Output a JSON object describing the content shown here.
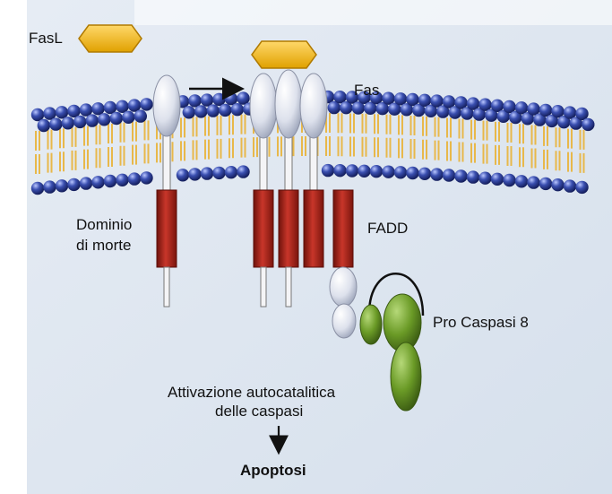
{
  "labels": {
    "fasl": "FasL",
    "fas": "Fas",
    "death_domain": [
      "Dominio",
      "di morte"
    ],
    "fadd": "FADD",
    "pro_caspase": "Pro Caspasi 8",
    "activation": [
      "Attivazione autocatalitica",
      "delle caspasi"
    ],
    "outcome": "Apoptosi"
  },
  "colors": {
    "background_page": "#dfe7f0",
    "membrane_head": "#2a3a8c",
    "membrane_tail": "#e8b84a",
    "ligand": "#f0b400",
    "receptor_ecto": "#e6e9f1",
    "death_domain": "#b2261b",
    "caspase": "#6f9a2c"
  },
  "icons": {
    "ligand": "hexagon-ligand-icon",
    "arrow_binding": "right-arrow-icon",
    "arrow_apoptosis": "down-arrow-icon"
  }
}
